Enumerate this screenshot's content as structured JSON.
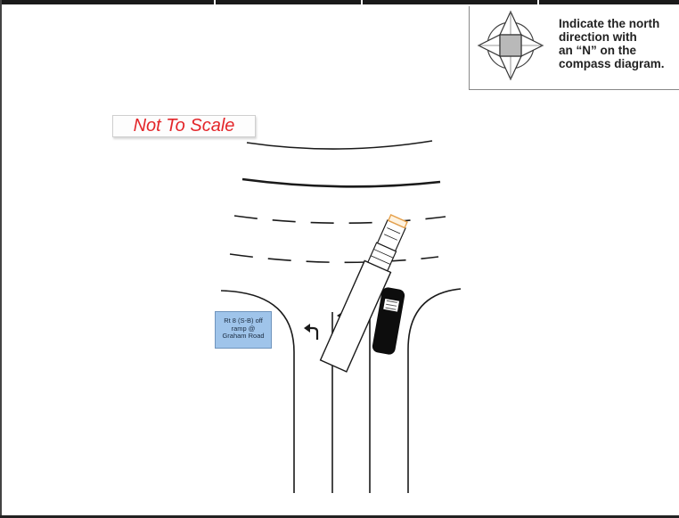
{
  "compass": {
    "instruction": "Indicate the north\ndirection with\nan “N” on the\ncompass diagram."
  },
  "diagram": {
    "scale_note": "Not To Scale",
    "location_label": "Rt 8 (S-B) off\nramp @\nGraham Road"
  },
  "colors": {
    "scale_text": "#e3262a",
    "label_fill": "#9fc4ea",
    "road_lines": "#1a1a1a"
  }
}
